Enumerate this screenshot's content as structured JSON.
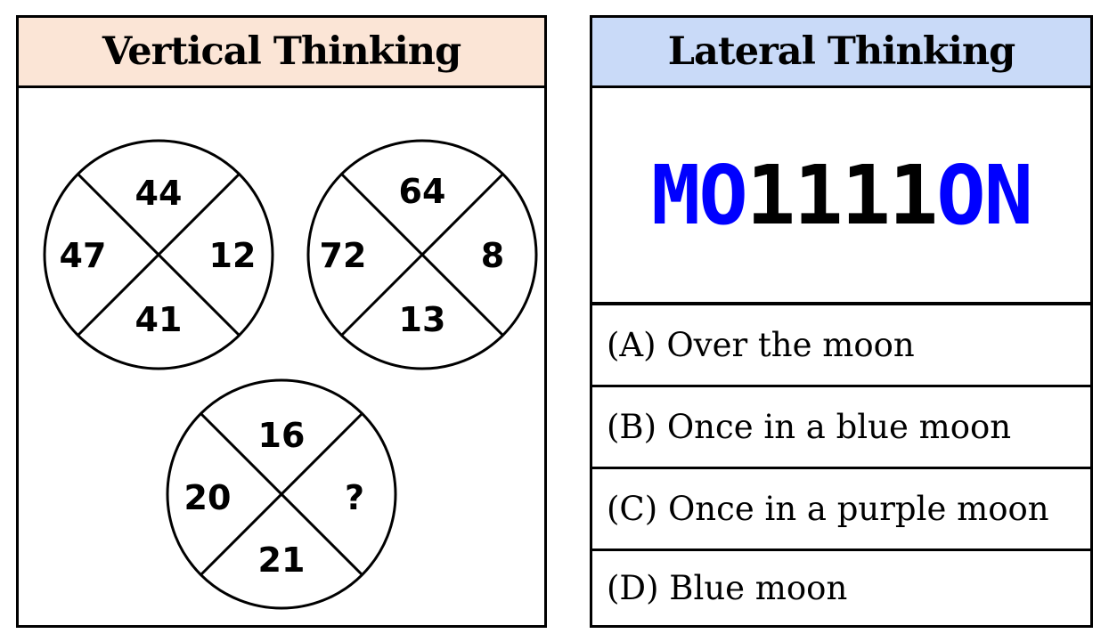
{
  "vertical": {
    "title": "Vertical Thinking",
    "circles": [
      {
        "top": "44",
        "left": "47",
        "right": "12",
        "bottom": "41"
      },
      {
        "top": "64",
        "left": "72",
        "right": "8",
        "bottom": "13"
      },
      {
        "top": "16",
        "left": "20",
        "right": "?",
        "bottom": "21"
      }
    ]
  },
  "lateral": {
    "title": "Lateral Thinking",
    "puzzle": {
      "prefix": "MO",
      "middle": "1111",
      "suffix": "ON"
    },
    "options": [
      "(A) Over the moon",
      "(B) Once in a blue moon",
      "(C) Once in a purple moon",
      "(D) Blue moon"
    ]
  },
  "colors": {
    "vertical_header_bg": "#fbe5d6",
    "lateral_header_bg": "#c9daf8",
    "puzzle_accent": "#0000ff",
    "puzzle_main": "#000000"
  }
}
